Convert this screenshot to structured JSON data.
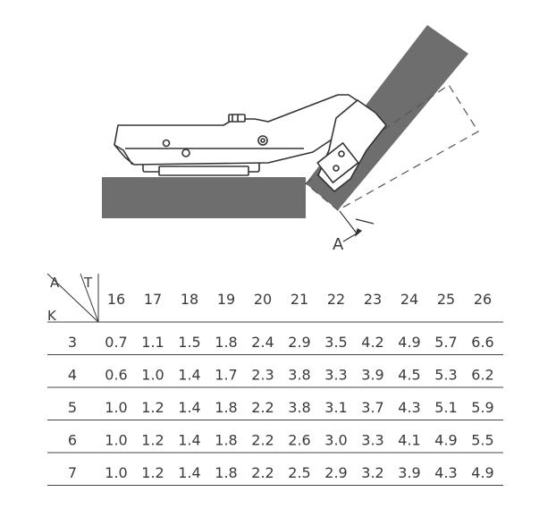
{
  "diagram": {
    "dimension_label": "A"
  },
  "table": {
    "header_labels": {
      "a": "A",
      "t": "T",
      "k": "K"
    },
    "columns": [
      "16",
      "17",
      "18",
      "19",
      "20",
      "21",
      "22",
      "23",
      "24",
      "25",
      "26"
    ],
    "rows": [
      {
        "k": "3",
        "values": [
          "0.7",
          "1.1",
          "1.5",
          "1.8",
          "2.4",
          "2.9",
          "3.5",
          "4.2",
          "4.9",
          "5.7",
          "6.6"
        ]
      },
      {
        "k": "4",
        "values": [
          "0.6",
          "1.0",
          "1.4",
          "1.7",
          "2.3",
          "3.8",
          "3.3",
          "3.9",
          "4.5",
          "5.3",
          "6.2"
        ]
      },
      {
        "k": "5",
        "values": [
          "1.0",
          "1.2",
          "1.4",
          "1.8",
          "2.2",
          "3.8",
          "3.1",
          "3.7",
          "4.3",
          "5.1",
          "5.9"
        ]
      },
      {
        "k": "6",
        "values": [
          "1.0",
          "1.2",
          "1.4",
          "1.8",
          "2.2",
          "2.6",
          "3.0",
          "3.3",
          "4.1",
          "4.9",
          "5.5"
        ]
      },
      {
        "k": "7",
        "values": [
          "1.0",
          "1.2",
          "1.4",
          "1.8",
          "2.2",
          "2.5",
          "2.9",
          "3.2",
          "3.9",
          "4.3",
          "4.9"
        ]
      }
    ]
  }
}
